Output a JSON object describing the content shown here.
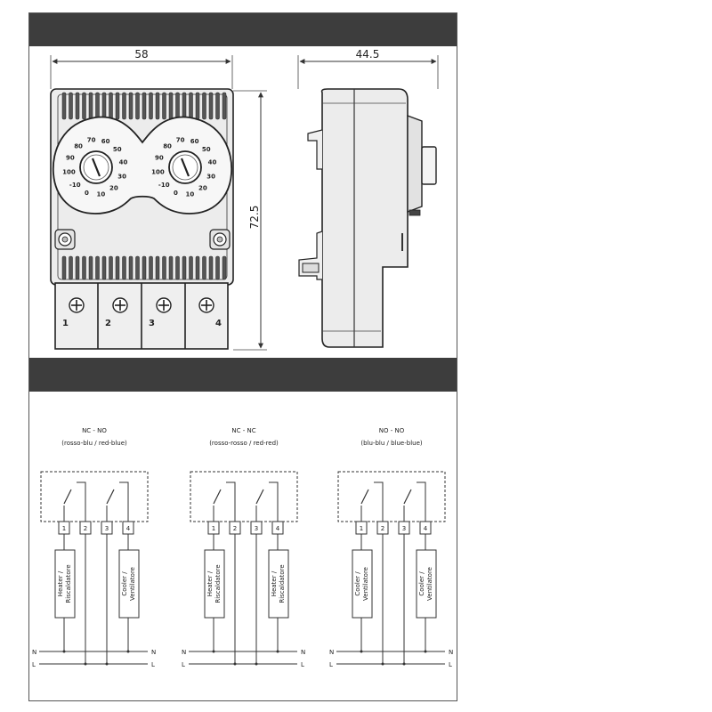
{
  "dimensions": {
    "front_width": "58",
    "side_depth": "44.5",
    "height": "72.5"
  },
  "dial_scale": {
    "left": [
      "30",
      "40",
      "50",
      "60",
      "20",
      "70",
      "10",
      "80",
      "0",
      "90",
      "-10",
      "100"
    ],
    "right": [
      "30",
      "40",
      "50",
      "60",
      "20",
      "70",
      "10",
      "80",
      "0",
      "90",
      "-10",
      "100"
    ]
  },
  "terminals": [
    "1",
    "2",
    "3",
    "4"
  ],
  "wiring": [
    {
      "title": "NC - NO",
      "subtitle": "(rosso-blu / red-blue)",
      "load_left": [
        "Heater /",
        "Riscaldatore"
      ],
      "load_right": [
        "Cooler /",
        "Ventilatore"
      ]
    },
    {
      "title": "NC - NC",
      "subtitle": "(rosso-rosso / red-red)",
      "load_left": [
        "Heater /",
        "Riscaldatore"
      ],
      "load_right": [
        "Heater /",
        "Riscaldatore"
      ]
    },
    {
      "title": "NO - NO",
      "subtitle": "(blu-blu / blue-blue)",
      "load_left": [
        "Cooler /",
        "Ventilatore"
      ],
      "load_right": [
        "Cooler /",
        "Ventilatore"
      ]
    }
  ],
  "supply": {
    "neutral": "N",
    "line": "L"
  },
  "colors": {
    "band": "#3d3d3d",
    "line": "#333333"
  }
}
